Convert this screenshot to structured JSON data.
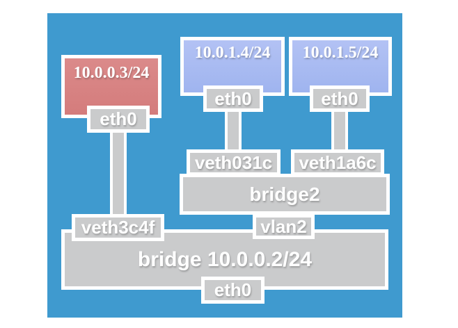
{
  "diagram": {
    "colors": {
      "background_blue": "#3F9ACF",
      "host_red_top": "#DB8A8A",
      "host_red_bottom": "#D47C7C",
      "host_blue_top": "#B3C2F4",
      "host_blue_bottom": "#9FB4EF",
      "box_gray": "#CACBCC",
      "border_white": "#FFFFFF"
    },
    "hosts": {
      "red_host": {
        "ip": "10.0.0.3/24",
        "interface": "eth0"
      },
      "blue_host_1": {
        "ip": "10.0.1.4/24",
        "interface": "eth0"
      },
      "blue_host_2": {
        "ip": "10.0.1.5/24",
        "interface": "eth0"
      }
    },
    "bridge2": {
      "label": "bridge2",
      "ports": {
        "veth031c": "veth031c",
        "veth1a6c": "veth1a6c",
        "vlan2": "vlan2"
      }
    },
    "main_bridge": {
      "label": "bridge 10.0.0.2/24",
      "ports": {
        "veth3c4f": "veth3c4f",
        "eth0": "eth0"
      }
    }
  }
}
